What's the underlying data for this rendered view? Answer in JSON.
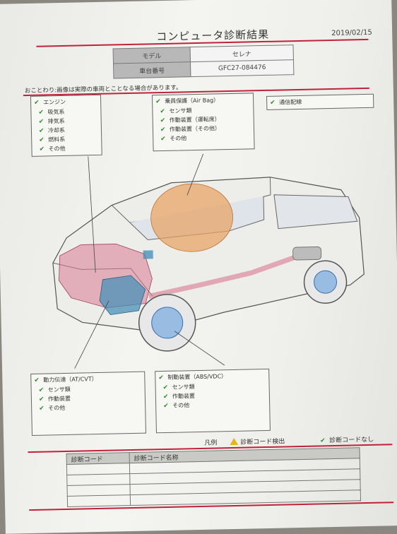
{
  "header": {
    "title": "コンピュータ診断結果",
    "date": "2019/02/15"
  },
  "vehicle": {
    "model_label": "モデル",
    "model_value": "セレナ",
    "vin_label": "車台番号",
    "vin_value": "GFC27-084476"
  },
  "note": "おことわり:画像は実際の車両とことなる場合があります。",
  "engine": {
    "title": "エンジン",
    "items": [
      "吸気系",
      "排気系",
      "冷却系",
      "燃料系",
      "その他"
    ]
  },
  "airbag": {
    "title": "乗員保護（Air Bag）",
    "items": [
      "センサ類",
      "作動装置（運転席）",
      "作動装置（その他）",
      "その他"
    ]
  },
  "comm": {
    "title": "通信配線"
  },
  "drivetrain": {
    "title": "動力伝達（AT/CVT）",
    "items": [
      "センサ類",
      "作動装置",
      "その他"
    ]
  },
  "brake": {
    "title": "制動装置（ABS/VDC）",
    "items": [
      "センサ類",
      "作動装置",
      "その他"
    ]
  },
  "legend": {
    "label": "凡例",
    "detected": "診断コード検出",
    "none": "診断コードなし"
  },
  "dtc_table": {
    "col_code": "診断コード",
    "col_name": "診断コード名称",
    "rows": [
      "",
      "",
      "",
      ""
    ]
  },
  "colors": {
    "accent": "#c0223a",
    "check": "#2e8b2e",
    "airbag": "#e8a060",
    "engine": "#d87a90",
    "drivetrain": "#4a90b8"
  },
  "icons": [
    "check-icon",
    "warning-icon"
  ]
}
